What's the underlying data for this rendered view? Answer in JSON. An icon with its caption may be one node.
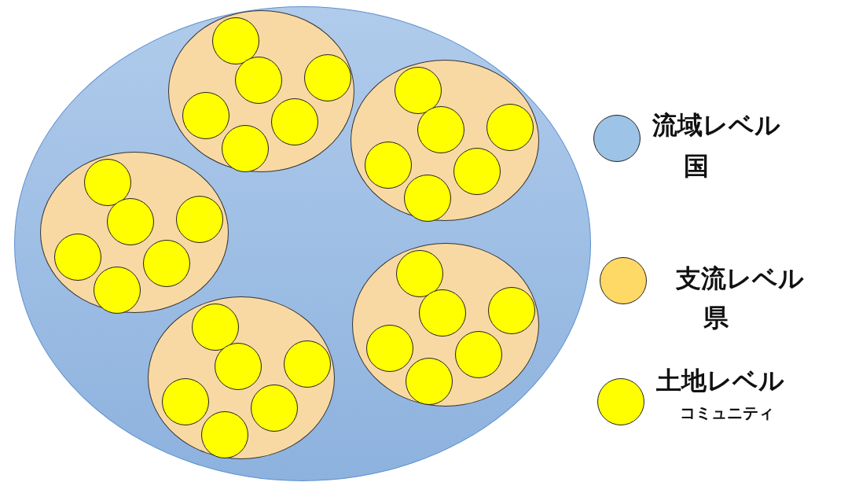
{
  "diagram": {
    "nodes": [
      {
        "text": [],
        "shape": "circle"
      },
      {
        "text": [],
        "shape": "circle",
        "in": 0
      },
      {
        "text": [],
        "shape": "circle",
        "in": 1
      },
      {
        "text": [],
        "shape": "circle",
        "in": 1
      },
      {
        "text": [],
        "shape": "circle",
        "in": 1
      },
      {
        "text": [],
        "shape": "circle",
        "in": 1
      },
      {
        "text": [],
        "shape": "circle",
        "in": 1
      },
      {
        "text": [],
        "shape": "circle",
        "in": 1
      },
      {
        "text": [],
        "shape": "circle",
        "in": 0
      },
      {
        "text": [],
        "shape": "circle",
        "in": 8
      },
      {
        "text": [],
        "shape": "circle",
        "in": 8
      },
      {
        "text": [],
        "shape": "circle",
        "in": 8
      },
      {
        "text": [],
        "shape": "circle",
        "in": 8
      },
      {
        "text": [],
        "shape": "circle",
        "in": 8
      },
      {
        "text": [],
        "shape": "circle",
        "in": 8
      },
      {
        "text": [],
        "shape": "circle",
        "in": 0
      },
      {
        "text": [],
        "shape": "circle",
        "in": 15
      },
      {
        "text": [],
        "shape": "circle",
        "in": 15
      },
      {
        "text": [],
        "shape": "circle",
        "in": 15
      },
      {
        "text": [],
        "shape": "circle",
        "in": 15
      },
      {
        "text": [],
        "shape": "circle",
        "in": 15
      },
      {
        "text": [],
        "shape": "circle",
        "in": 15
      },
      {
        "text": [],
        "shape": "circle",
        "in": 0
      },
      {
        "text": [],
        "shape": "circle",
        "in": 22
      },
      {
        "text": [],
        "shape": "circle",
        "in": 22
      },
      {
        "text": [],
        "shape": "circle",
        "in": 22
      },
      {
        "text": [],
        "shape": "circle",
        "in": 22
      },
      {
        "text": [],
        "shape": "circle",
        "in": 22
      },
      {
        "text": [],
        "shape": "circle",
        "in": 22
      },
      {
        "text": [],
        "shape": "circle",
        "in": 0
      },
      {
        "text": [],
        "shape": "circle",
        "in": 29
      },
      {
        "text": [],
        "shape": "circle",
        "in": 29
      },
      {
        "text": [],
        "shape": "circle",
        "in": 29
      },
      {
        "text": [],
        "shape": "circle",
        "in": 29
      },
      {
        "text": [],
        "shape": "circle",
        "in": 29
      },
      {
        "text": [],
        "shape": "circle",
        "in": 29
      }
    ],
    "labels": [
      "国",
      "県",
      "コミュニティ"
    ],
    "legend": [
      {
        "text": "流域レベル",
        "color": "#9dc3e6"
      },
      {
        "text": "支流レベル",
        "color": "#ffd966"
      },
      {
        "text": "土地レベル",
        "color": "#ffff00"
      }
    ]
  }
}
